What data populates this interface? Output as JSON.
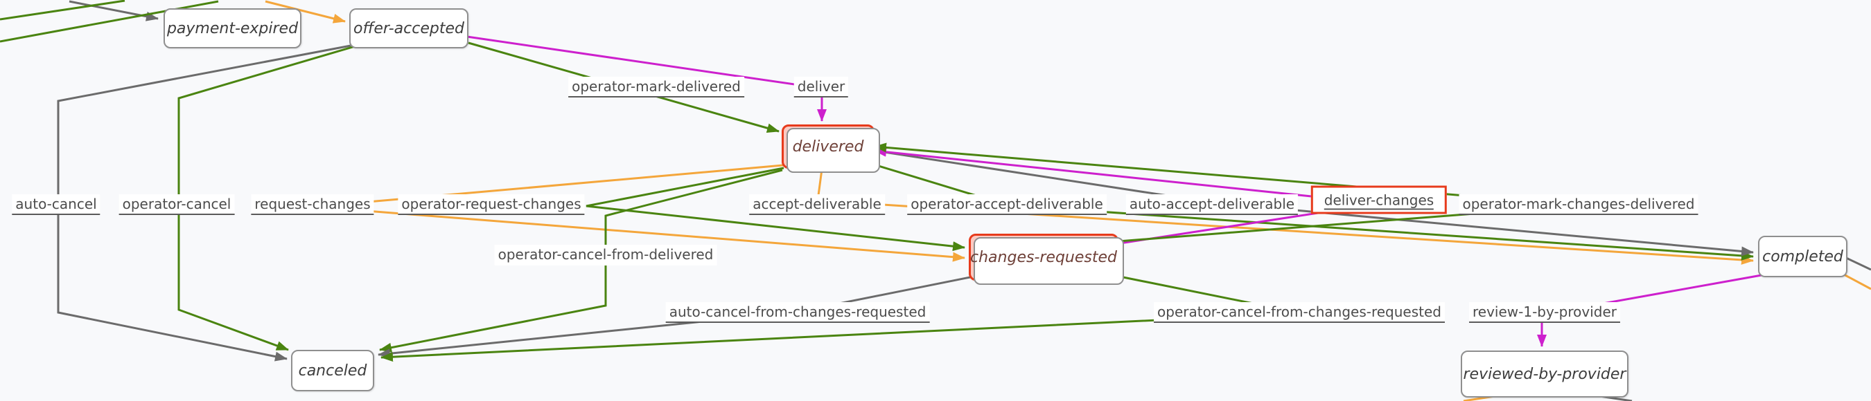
{
  "diagram": {
    "title": "transaction-process state graph (cropped view)",
    "colors": {
      "background": "#f8f9fb",
      "operator_edge": "#4a8410",
      "customer_edge": "#f4a63b",
      "provider_edge": "#cd20cd",
      "auto_edge": "#6b6b6b",
      "highlight_red": "#e73b1c",
      "highlight_fill": "#fbcac2",
      "node_border": "#8f8f8f",
      "label_text": "#4c4c4c"
    },
    "nodes": [
      {
        "label": "payment-expired",
        "highlighted": false
      },
      {
        "label": "offer-accepted",
        "highlighted": false
      },
      {
        "label": "delivered",
        "highlighted": true
      },
      {
        "label": "changes-requested",
        "highlighted": true
      },
      {
        "label": "completed",
        "highlighted": false
      },
      {
        "label": "canceled",
        "highlighted": false
      },
      {
        "label": "reviewed-by-provider",
        "highlighted": false
      }
    ],
    "transitions": [
      {
        "label": "operator-mark-delivered",
        "actor": "operator",
        "underlined": true,
        "highlighted": false
      },
      {
        "label": "deliver",
        "actor": "provider",
        "underlined": true,
        "highlighted": false
      },
      {
        "label": "auto-cancel",
        "actor": "auto",
        "underlined": true,
        "highlighted": false
      },
      {
        "label": "operator-cancel",
        "actor": "operator",
        "underlined": true,
        "highlighted": false
      },
      {
        "label": "request-changes",
        "actor": "customer",
        "underlined": true,
        "highlighted": false
      },
      {
        "label": "operator-request-changes",
        "actor": "operator",
        "underlined": true,
        "highlighted": false
      },
      {
        "label": "accept-deliverable",
        "actor": "customer",
        "underlined": true,
        "highlighted": false
      },
      {
        "label": "operator-accept-deliverable",
        "actor": "operator",
        "underlined": true,
        "highlighted": false
      },
      {
        "label": "auto-accept-deliverable",
        "actor": "auto",
        "underlined": true,
        "highlighted": false
      },
      {
        "label": "deliver-changes",
        "actor": "provider",
        "underlined": true,
        "highlighted": true
      },
      {
        "label": "operator-mark-changes-delivered",
        "actor": "operator",
        "underlined": true,
        "highlighted": false
      },
      {
        "label": "operator-cancel-from-delivered",
        "actor": "operator",
        "underlined": false,
        "highlighted": false
      },
      {
        "label": "auto-cancel-from-changes-requested",
        "actor": "auto",
        "underlined": true,
        "highlighted": false
      },
      {
        "label": "operator-cancel-from-changes-requested",
        "actor": "operator",
        "underlined": true,
        "highlighted": false
      },
      {
        "label": "review-1-by-provider",
        "actor": "provider",
        "underlined": true,
        "highlighted": false
      }
    ]
  }
}
